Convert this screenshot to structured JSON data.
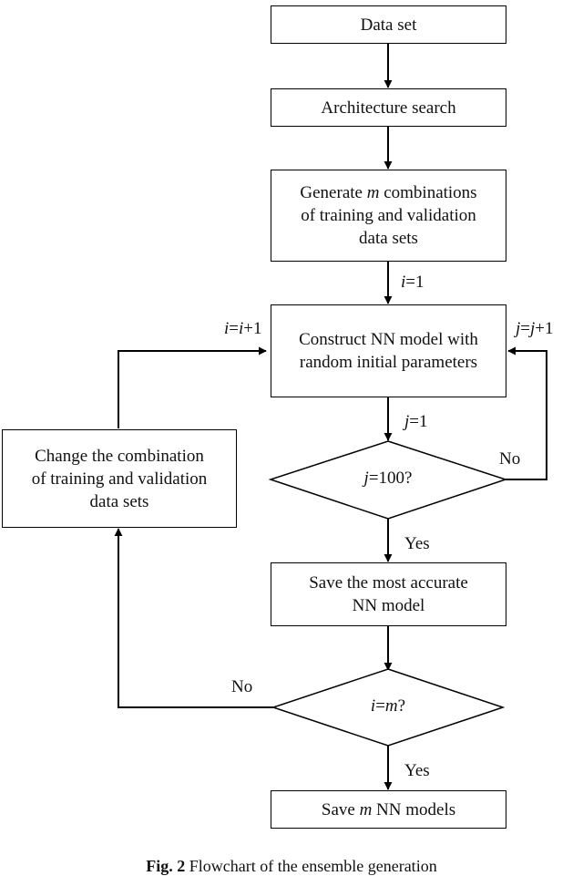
{
  "nodes": {
    "data_set": "Data set",
    "architecture_search": "Architecture search",
    "generate": {
      "pre": "Generate ",
      "var": "m",
      "post": " combinations",
      "line2": "of training and validation",
      "line3": "data sets"
    },
    "construct": {
      "line1": "Construct NN model with",
      "line2": "random initial parameters"
    },
    "change": {
      "line1": "Change the combination",
      "line2": "of training and validation",
      "line3": "data sets"
    },
    "decision_j": {
      "var": "j",
      "rest": "=100?"
    },
    "save_most": {
      "line1": "Save the most accurate",
      "line2": "NN model"
    },
    "decision_i": {
      "var1": "i",
      "eq": "=",
      "var2": "m",
      "q": "?"
    },
    "save_m": {
      "pre": "Save ",
      "var": "m",
      "post": " NN models"
    }
  },
  "edge_labels": {
    "i_init": {
      "var": "i",
      "rest": "=1"
    },
    "i_incr": {
      "var1": "i",
      "eq": "=",
      "var2": "i",
      "rest": "+1"
    },
    "j_incr": {
      "var1": "j",
      "eq": "=",
      "var2": "j",
      "rest": "+1"
    },
    "j_init": {
      "var": "j",
      "rest": "=1"
    },
    "no_j": "No",
    "yes_j": "Yes",
    "no_i": "No",
    "yes_i": "Yes"
  },
  "caption": {
    "fig": "Fig. 2",
    "text": " Flowchart of the ensemble generation"
  }
}
